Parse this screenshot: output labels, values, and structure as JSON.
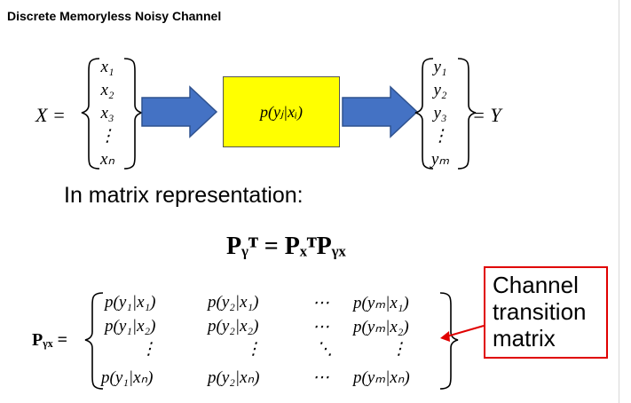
{
  "title": "Discrete Memoryless Noisy Channel",
  "input": {
    "label": "X =",
    "items": [
      "x₁",
      "x₂",
      "x₃",
      "⋮",
      "xₙ"
    ]
  },
  "channel": {
    "label": "p(yⱼ|xᵢ)"
  },
  "output": {
    "label": "= Y",
    "items": [
      "y₁",
      "y₂",
      "y₃",
      "⋮",
      "yₘ"
    ]
  },
  "matrix_caption": "In matrix representation:",
  "main_equation": "Pᵧᵀ = PₓᵀPᵧₓ",
  "pyx_label": "Pᵧₓ =",
  "matrix": {
    "rows": [
      [
        "p(y₁|x₁)",
        "p(y₂|x₁)",
        "⋯",
        "p(yₘ|x₁)"
      ],
      [
        "p(y₁|x₂)",
        "p(y₂|x₂)",
        "⋯",
        "p(yₘ|x₂)"
      ],
      [
        "⋮",
        "⋮",
        "⋱",
        "⋮"
      ],
      [
        "p(y₁|xₙ)",
        "p(y₂|xₙ)",
        "⋯",
        "p(yₘ|xₙ)"
      ]
    ]
  },
  "callout": {
    "lines": [
      "Channel",
      "transition",
      "matrix"
    ]
  },
  "colors": {
    "arrow": "#4472c4",
    "box": "#ffff00",
    "callout_border": "#e00000"
  }
}
